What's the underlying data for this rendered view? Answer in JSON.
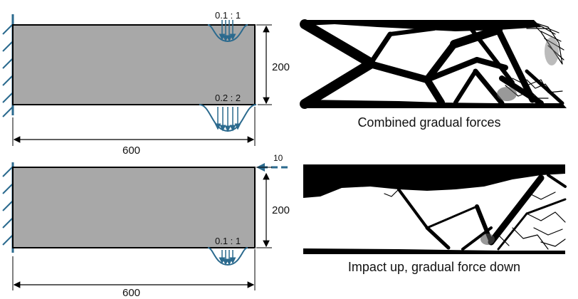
{
  "top_problem": {
    "load_top_label": "0.1 : 1",
    "load_bottom_label": "0.2 : 2",
    "width_label": "600",
    "height_label": "200"
  },
  "bottom_problem": {
    "side_load_label": "10",
    "load_bottom_label": "0.1 : 1",
    "width_label": "600",
    "height_label": "200"
  },
  "captions": {
    "top_result": "Combined gradual forces",
    "bottom_result": "Impact up, gradual force down"
  },
  "colors": {
    "domain_fill": "#a8a8a8",
    "load_arrow": "#2b6a8e",
    "structure": "#000000"
  }
}
